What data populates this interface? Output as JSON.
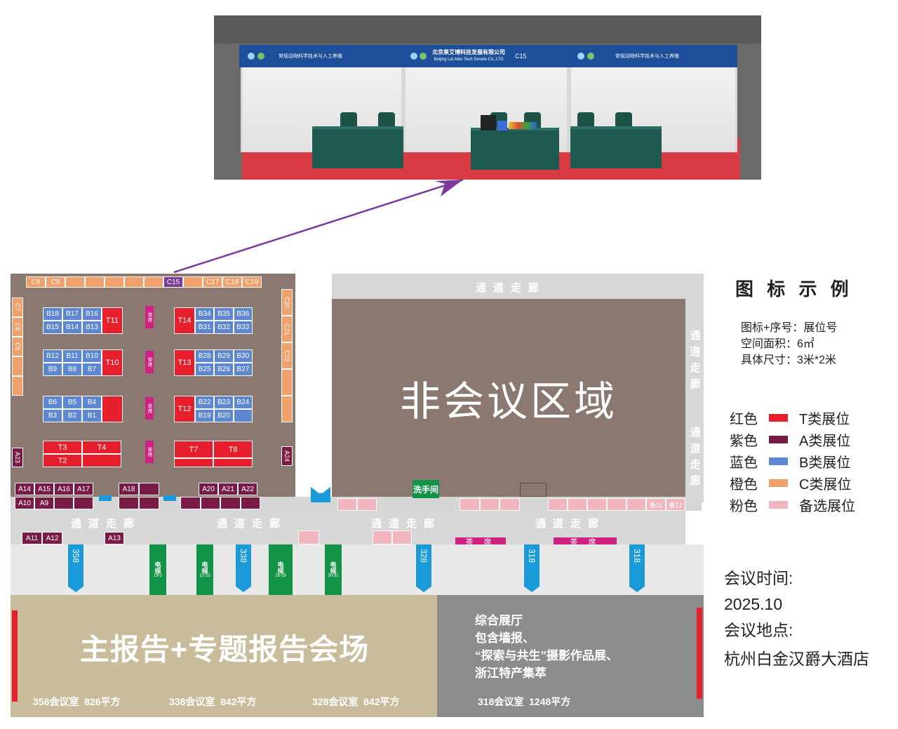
{
  "render": {
    "left_banner": "常规动物科学技术与人工养殖",
    "center_banner_cn": "北京莱艾博科技发展有限公司",
    "center_banner_en": "Beijing Lai Aibo Tech Develo Co.,LTD",
    "center_code": "C15"
  },
  "legend": {
    "title": "图 标 示 例",
    "desc": [
      "图标+序号：展位号",
      "空间面积：6㎡",
      "具体尺寸：3米*2米"
    ],
    "items": [
      {
        "color_name": "红色",
        "label": "T类展位",
        "color": "#e5202c"
      },
      {
        "color_name": "紫色",
        "label": "A类展位",
        "color": "#7a1b45"
      },
      {
        "color_name": "蓝色",
        "label": "B类展位",
        "color": "#5d88d1"
      },
      {
        "color_name": "橙色",
        "label": "C类展位",
        "color": "#f0a06a"
      },
      {
        "color_name": "粉色",
        "label": "备选展位",
        "color": "#f2b6c0"
      }
    ]
  },
  "meeting": {
    "time_label": "会议时间:",
    "time_value": "2025.10",
    "place_label": "会议地点:",
    "place_value": "杭州白金汉爵大酒店"
  },
  "map": {
    "non_meeting": "非会议区域",
    "corridor": "通道走廊",
    "corridor_right_1": "通道走廊",
    "corridor_right_2": "通道走廊",
    "washroom": "洗手间",
    "tea_1": "茶 席",
    "tea_2": "茶 席",
    "tea_vertical": "茶席",
    "top_c_row": [
      "C8",
      "C9",
      "",
      "",
      "",
      "",
      "",
      "C15",
      "",
      "C17",
      "C18",
      "C19"
    ],
    "left_c_col": [
      "C7",
      "C6",
      "C5",
      "",
      ""
    ],
    "right_c_col": [
      "C20",
      "C21",
      "C22",
      "",
      ""
    ],
    "b_left": [
      [
        "B18",
        "B17",
        "B16"
      ],
      [
        "B15",
        "B14",
        "B13"
      ],
      [
        "B12",
        "B11",
        "B10"
      ],
      [
        "B9",
        "B8",
        "B7"
      ],
      [
        "B6",
        "B5",
        "B4"
      ],
      [
        "B3",
        "B2",
        "B1"
      ]
    ],
    "b_right": [
      [
        "B34",
        "B35",
        "B36"
      ],
      [
        "B31",
        "B32",
        "B33"
      ],
      [
        "B28",
        "B29",
        "B30"
      ],
      [
        "B25",
        "B26",
        "B27"
      ],
      [
        "B22",
        "B23",
        "B24"
      ],
      [
        "B19",
        "B20",
        ""
      ]
    ],
    "t_left": [
      "T11",
      "T10",
      ""
    ],
    "t_right": [
      "T14",
      "T13",
      "T12"
    ],
    "t_bottom": [
      "T3",
      "T4",
      "T2",
      "T7",
      "T8"
    ],
    "a_side": [
      "A23",
      "A24"
    ],
    "a_row_top": [
      "A14",
      "A15",
      "A16",
      "A17",
      "A18",
      "",
      "A20",
      "A21",
      "A22"
    ],
    "a_row_bottom": [
      "A10",
      "A9"
    ],
    "a_low": [
      "A11",
      "A12",
      "A13"
    ],
    "alt_booths": [
      "备11",
      "备12"
    ],
    "rooms": [
      "358",
      "338",
      "328",
      "318",
      "318"
    ],
    "elevators": [
      {
        "label": "电梯",
        "num": "19-2"
      },
      {
        "label": "电梯",
        "num": "22-23"
      },
      {
        "label": "电梯",
        "num": "26-29"
      },
      {
        "label": "电梯",
        "num": "30-31"
      }
    ],
    "main_hall": "主报告+专题报告会场",
    "hall_rooms": [
      "358会议室  826平方",
      "338会议室  842平方",
      "328会议室  842平方"
    ],
    "expo_lines": [
      "综合展厅",
      "包含墙报、",
      "“探索与共生”摄影作品展、",
      "浙江特产集萃"
    ],
    "expo_room": "318会议室  1248平方"
  }
}
